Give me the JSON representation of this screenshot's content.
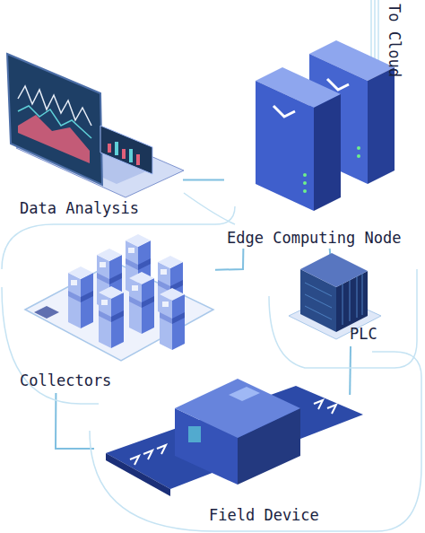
{
  "diagram": {
    "nodes": [
      {
        "text": [
          "Data Analysis"
        ]
      },
      {
        "text": [
          "Edge Computing Node"
        ]
      },
      {
        "text": [
          "Collectors"
        ]
      },
      {
        "text": [
          "PLC"
        ]
      },
      {
        "text": [
          "Field Device"
        ]
      }
    ],
    "edges": [
      {
        "from": 0,
        "to": 1,
        "arrow": "none"
      },
      {
        "from": 1,
        "to": 2,
        "arrow": "none"
      },
      {
        "from": 1,
        "to": 3,
        "arrow": "none"
      },
      {
        "from": 2,
        "to": 4,
        "arrow": "none"
      },
      {
        "from": 3,
        "to": 4,
        "arrow": "none"
      }
    ],
    "labels": [
      "To Cloud"
    ]
  }
}
